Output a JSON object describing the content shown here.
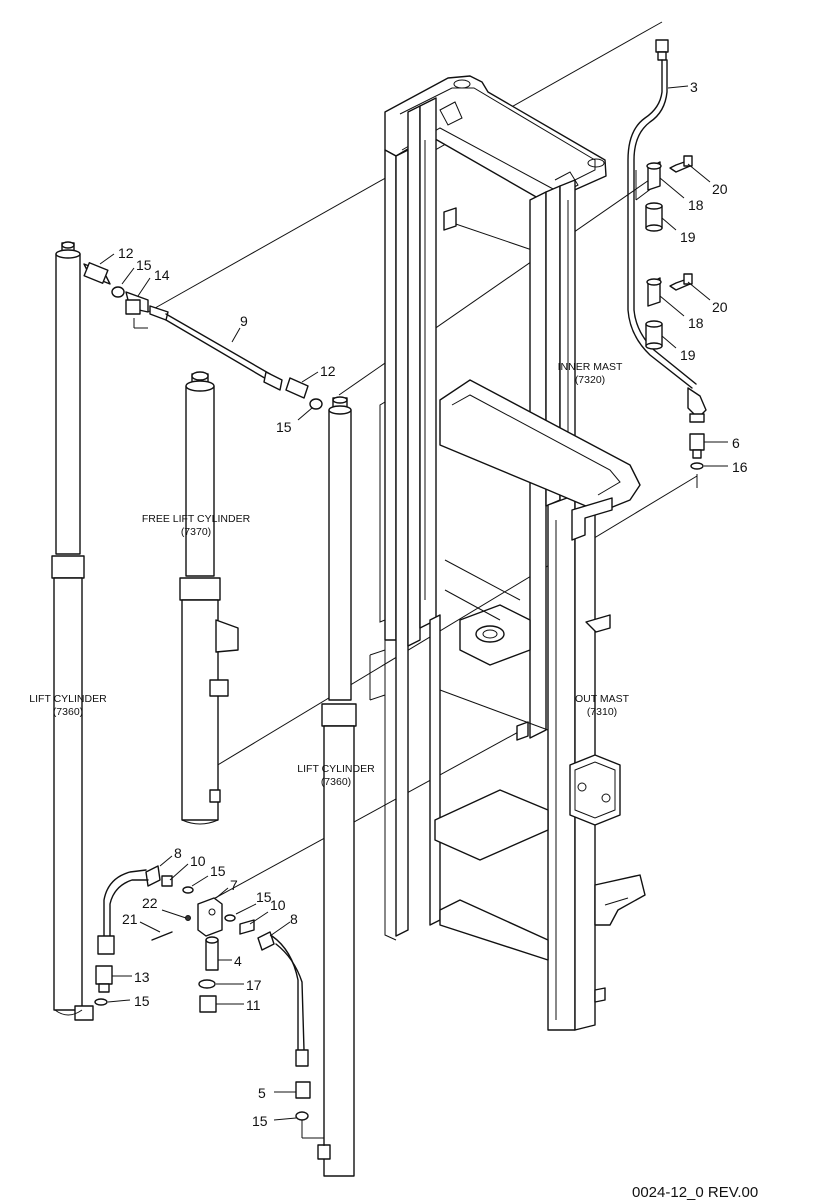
{
  "labels": {
    "inner_mast": [
      "INNER MAST",
      "(7320)"
    ],
    "out_mast": [
      "OUT MAST",
      "(7310)"
    ],
    "free_lift": [
      "FREE LIFT CYLINDER",
      "(7370)"
    ],
    "lift_left": [
      "LIFT CYLINDER",
      "(7360)"
    ],
    "lift_center": [
      "LIFT CYLINDER",
      "(7360)"
    ]
  },
  "callouts": {
    "c3": "3",
    "c20a": "20",
    "c18a": "18",
    "c19a": "19",
    "c20b": "20",
    "c18b": "18",
    "c19b": "19",
    "c6": "6",
    "c16": "16",
    "c12a": "12",
    "c15a": "15",
    "c14": "14",
    "c9": "9",
    "c12b": "12",
    "c15b": "15",
    "c8a": "8",
    "c10a": "10",
    "c15c": "15",
    "c7": "7",
    "c22": "22",
    "c15d": "15",
    "c10b": "10",
    "c8b": "8",
    "c21": "21",
    "c4": "4",
    "c13": "13",
    "c17": "17",
    "c15e": "15",
    "c11": "11",
    "c5": "5",
    "c15f": "15"
  },
  "footer": "0024-12_0 REV.00"
}
